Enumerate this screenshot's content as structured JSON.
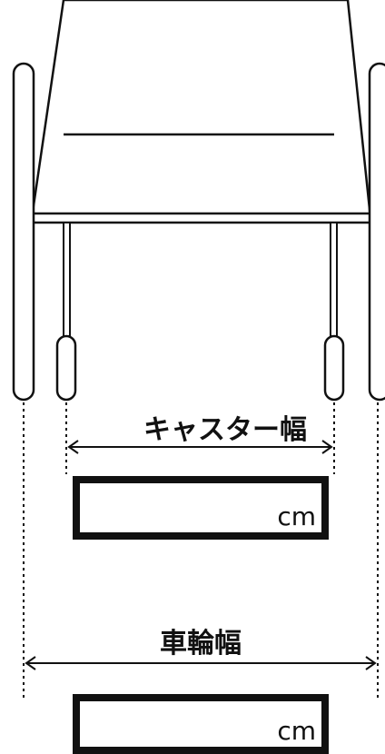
{
  "diagram": {
    "caster_width_label": "キャスター幅",
    "wheel_width_label": "車輪幅",
    "caster_width_input": {
      "value": "",
      "unit": "cm"
    },
    "wheel_width_input": {
      "value": "",
      "unit": "cm"
    }
  },
  "colors": {
    "stroke": "#111111",
    "background": "#ffffff"
  }
}
